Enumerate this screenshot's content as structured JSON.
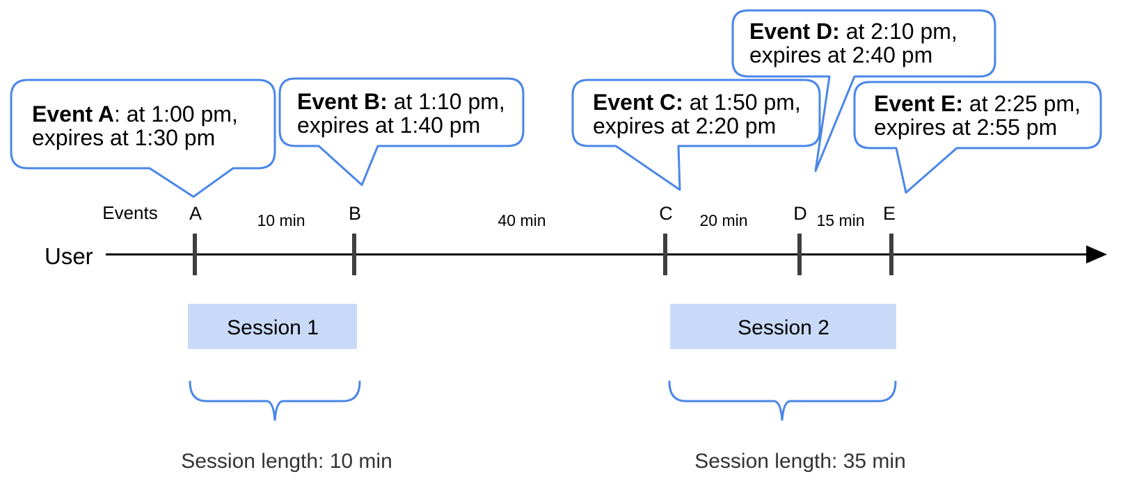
{
  "colors": {
    "accent_blue": "#4a86e8",
    "session_fill": "#c9daf8",
    "tick": "#3f3f3f",
    "axis": "#000000",
    "muted_text": "#333333"
  },
  "bubbles": [
    {
      "id": "A",
      "bold": "Event A",
      "rest": ": at 1:00 pm,",
      "line2": "expires at 1:30 pm"
    },
    {
      "id": "B",
      "bold": "Event B:",
      "rest": " at 1:10 pm,",
      "line2": "expires at 1:40 pm"
    },
    {
      "id": "C",
      "bold": "Event C:",
      "rest": " at 1:50 pm,",
      "line2": "expires at 2:20 pm"
    },
    {
      "id": "D",
      "bold": "Event D:",
      "rest": " at 2:10 pm,",
      "line2": "expires at 2:40 pm"
    },
    {
      "id": "E",
      "bold": "Event E:",
      "rest": " at 2:25 pm,",
      "line2": "expires at 2:55 pm"
    }
  ],
  "timeline": {
    "axis_label": "User",
    "events_label": "Events",
    "ticks": [
      "A",
      "B",
      "C",
      "D",
      "E"
    ],
    "intervals": [
      "10 min",
      "40 min",
      "20 min",
      "15 min"
    ]
  },
  "sessions": [
    {
      "label": "Session 1",
      "length_label": "Session length: 10 min"
    },
    {
      "label": "Session 2",
      "length_label": "Session length: 35 min"
    }
  ]
}
